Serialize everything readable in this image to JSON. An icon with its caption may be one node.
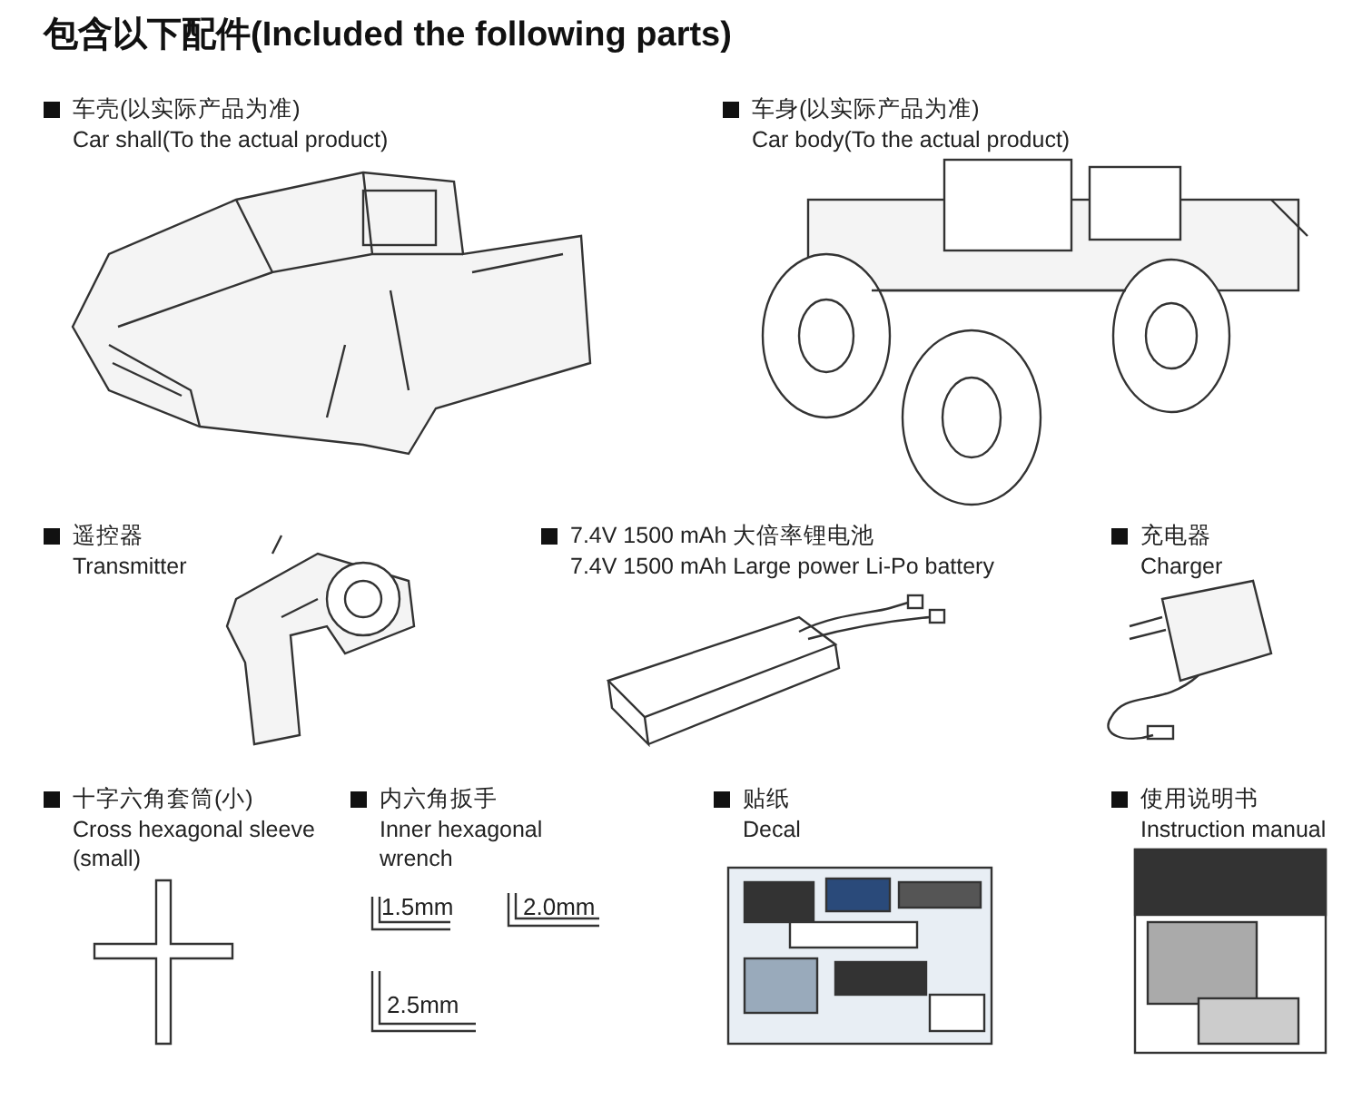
{
  "diagram": {
    "title": "包含以下配件(Included the following parts)",
    "labels": [
      "车壳(以实际产品为准)",
      "Car shall(To the actual product)",
      "车身(以实际产品为准)",
      "Car body(To the actual product)",
      "遥控器",
      "Transmitter",
      "7.4V 1500 mAh 大倍率锂电池",
      "7.4V 1500 mAh Large power Li-Po battery",
      "充电器",
      "Charger",
      "十字六角套筒(小)",
      "Cross hexagonal sleeve (small)",
      "内六角扳手",
      "Inner hexagonal wrench",
      "贴纸",
      "Decal",
      "使用说明书",
      "Instruction manual",
      "1.5mm",
      "2.0mm",
      "2.5mm"
    ]
  }
}
